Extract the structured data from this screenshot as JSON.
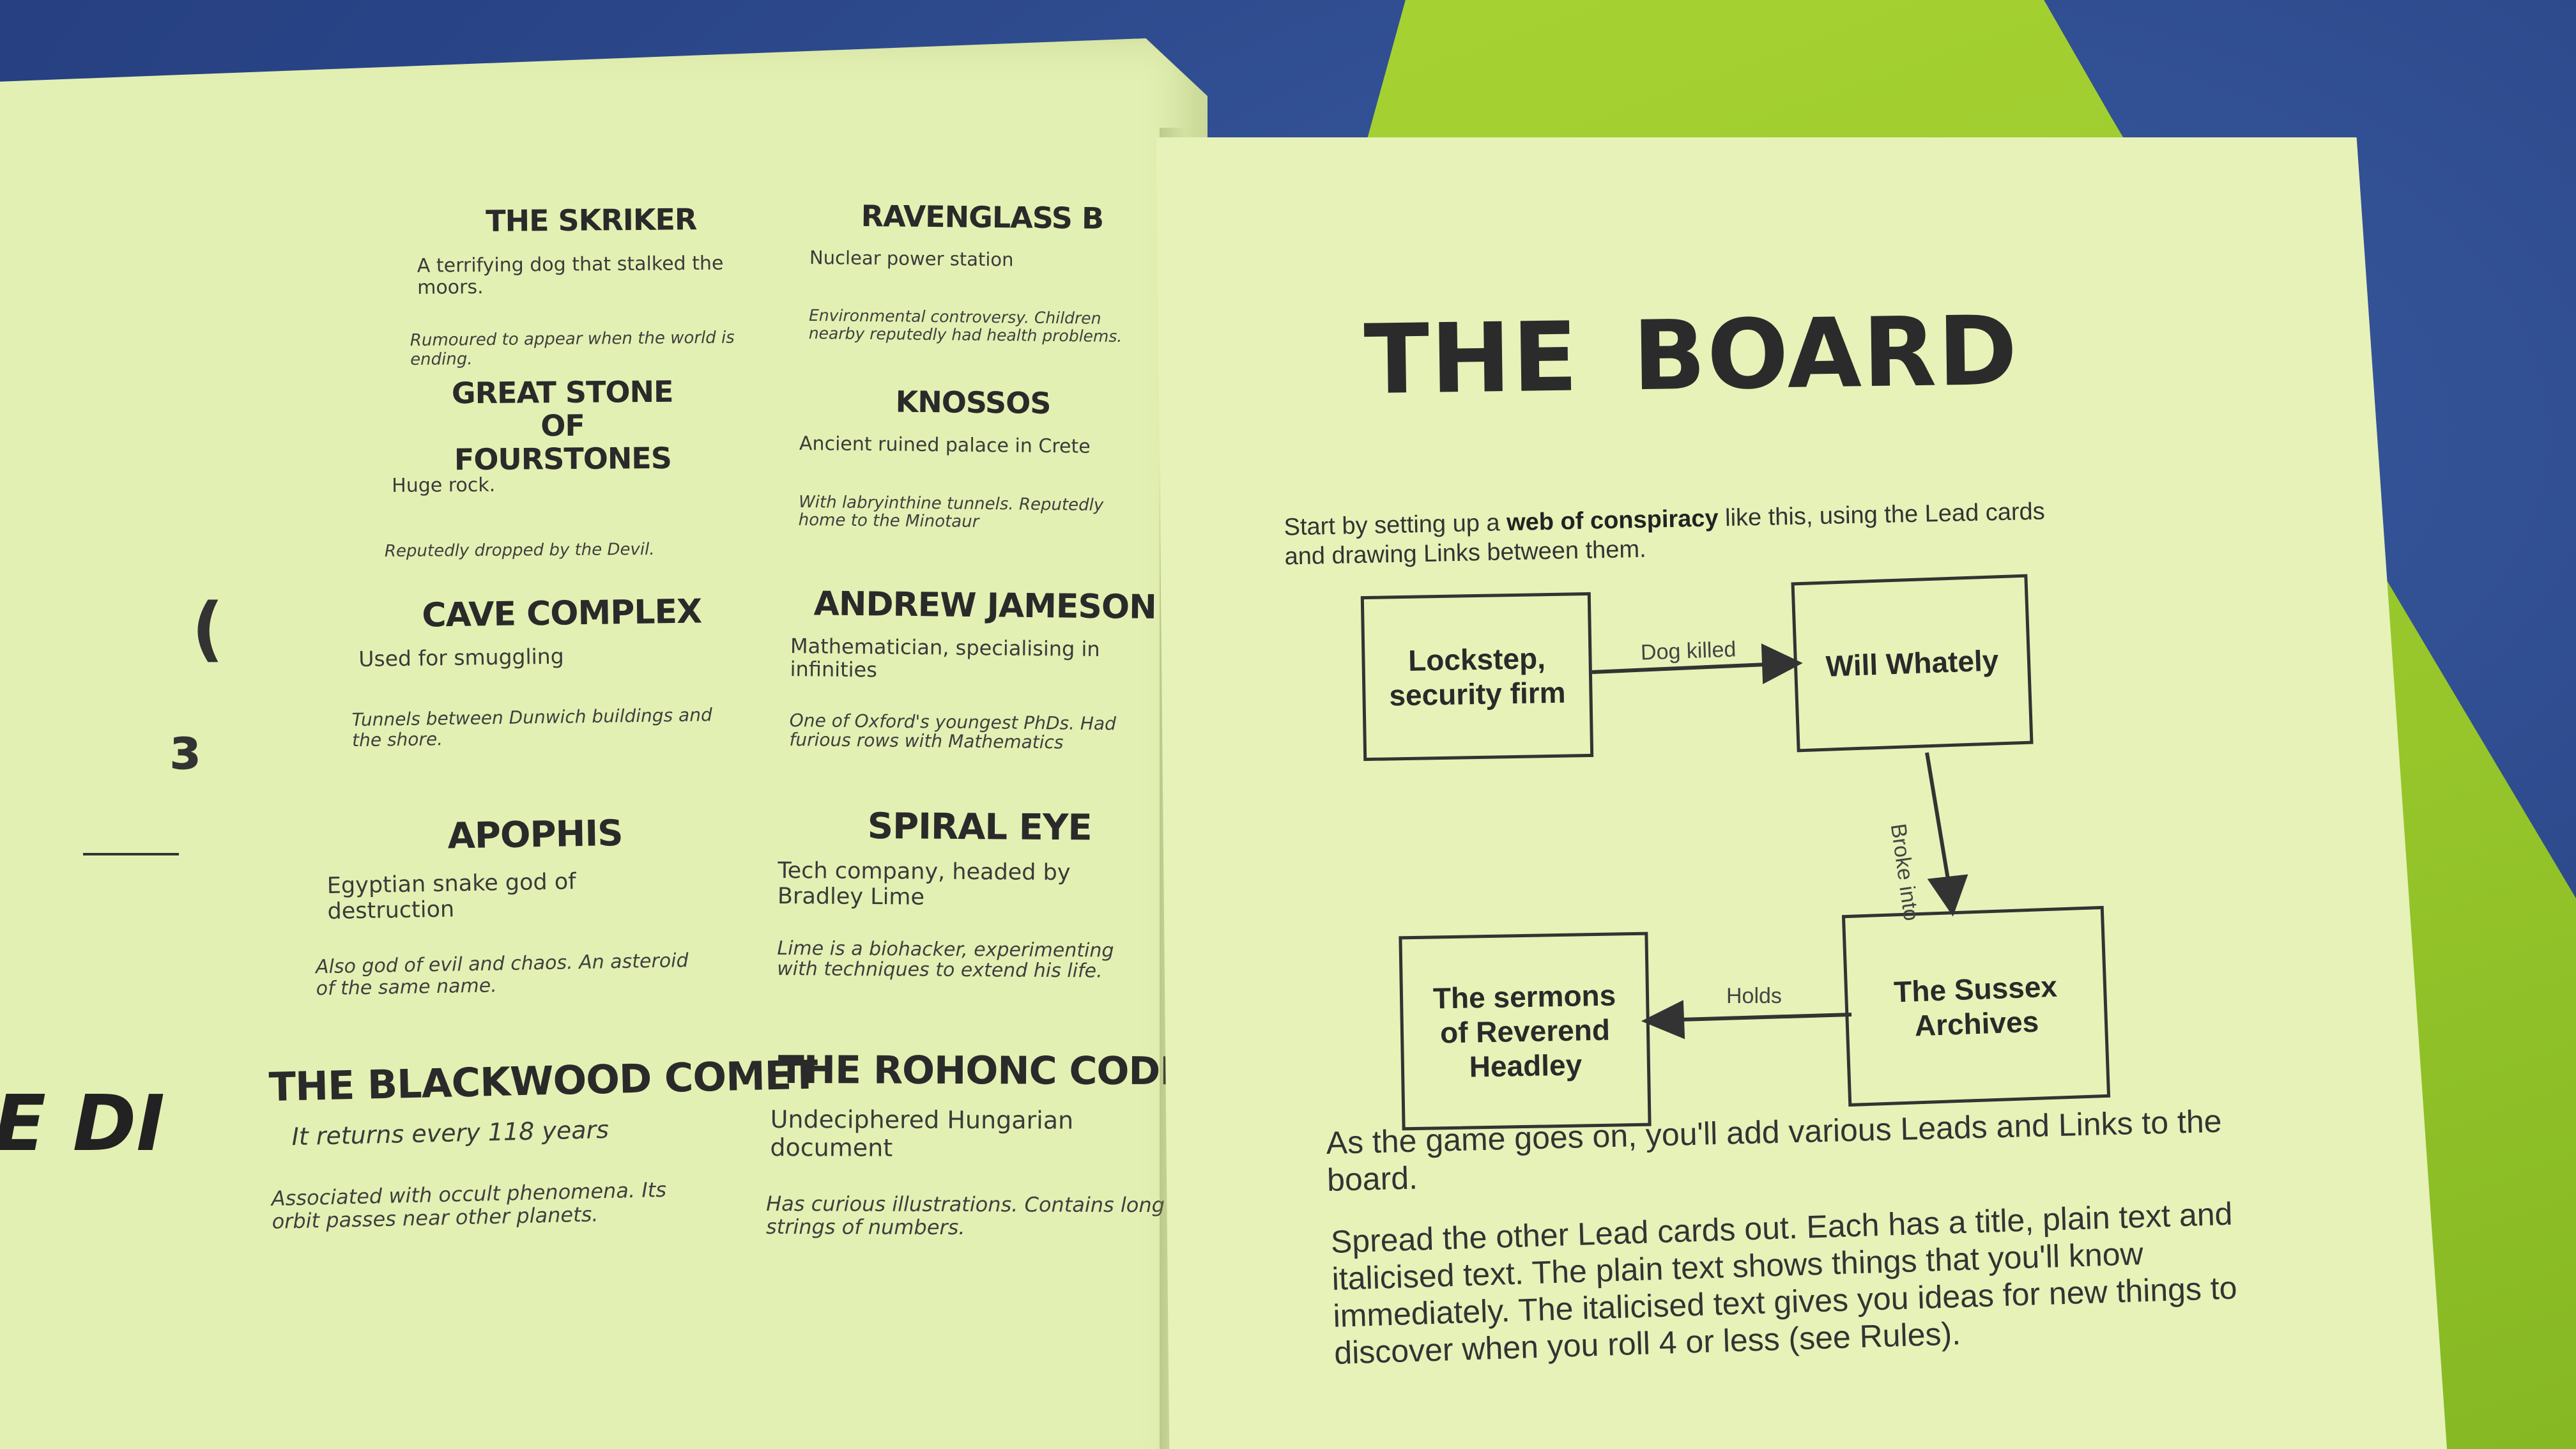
{
  "left_page": {
    "leads": [
      {
        "title": "THE SKRIKER",
        "plain": "A terrifying dog that stalked the moors.",
        "italic": "Rumoured to appear when the world is ending."
      },
      {
        "title": "RAVENGLASS B",
        "plain": "Nuclear power station",
        "italic": "Environmental controversy. Children nearby reputedly had health problems."
      },
      {
        "title": "GREAT STONE OF FOURSTONES",
        "plain": "Huge rock.",
        "italic": "Reputedly dropped by the Devil."
      },
      {
        "title": "KNOSSOS",
        "plain": "Ancient ruined palace in Crete",
        "italic": "With labryinthine tunnels. Reputedly home to the Minotaur"
      },
      {
        "title": "CAVE COMPLEX",
        "plain": "Used for smuggling",
        "italic": "Tunnels between Dunwich buildings and the shore."
      },
      {
        "title": "ANDREW JAMESON",
        "plain": "Mathematician, specialising in infinities",
        "italic": "One of Oxford's youngest PhDs. Had furious rows with Mathematics"
      },
      {
        "title": "APOPHIS",
        "plain": "Egyptian snake god of destruction",
        "italic": "Also god of evil and chaos. An asteroid of the same name."
      },
      {
        "title": "SPIRAL EYE",
        "plain": "Tech company, headed by Bradley Lime",
        "italic": "Lime is a biohacker, experimenting with techniques to extend his life."
      },
      {
        "title": "THE BLACKWOOD COMET",
        "plain": "It returns every 118 years",
        "italic": "Associated with occult phenomena. Its orbit passes near other planets."
      },
      {
        "title": "THE ROHONC CODEX",
        "plain": "Undeciphered Hungarian document",
        "italic": "Has curious illustrations. Contains long strings of numbers."
      }
    ],
    "edge_text": "E DI",
    "edge_glyph_1": "(",
    "edge_glyph_2": "ɜ"
  },
  "right_page": {
    "title": "THE BOARD",
    "intro_pre": "Start by setting up a ",
    "intro_bold": "web of conspiracy",
    "intro_post": " like this, using the Lead cards and drawing Links between them.",
    "nodes": {
      "lockstep": [
        "Lockstep,",
        "security firm"
      ],
      "will": [
        "Will Whately"
      ],
      "sussex": [
        "The Sussex",
        "Archives"
      ],
      "sermons": [
        "The sermons",
        "of Reverend",
        "Headley"
      ]
    },
    "links": {
      "dog_killed": "Dog killed",
      "broke_into": "Broke into",
      "holds": "Holds"
    },
    "para1": "As the game goes on, you'll add various Leads and Links to the board.",
    "para2": "Spread the other Lead cards out. Each has a title, plain text and italicised text. The plain text shows things that you'll know immediately. The italicised text gives you ideas for new things to discover when you roll 4 or less (see Rules)."
  },
  "colors": {
    "paper": "#e4f1b4",
    "folder": "#9ccb2c",
    "cloth": "#2a4688",
    "ink": "#2b2b2b"
  }
}
